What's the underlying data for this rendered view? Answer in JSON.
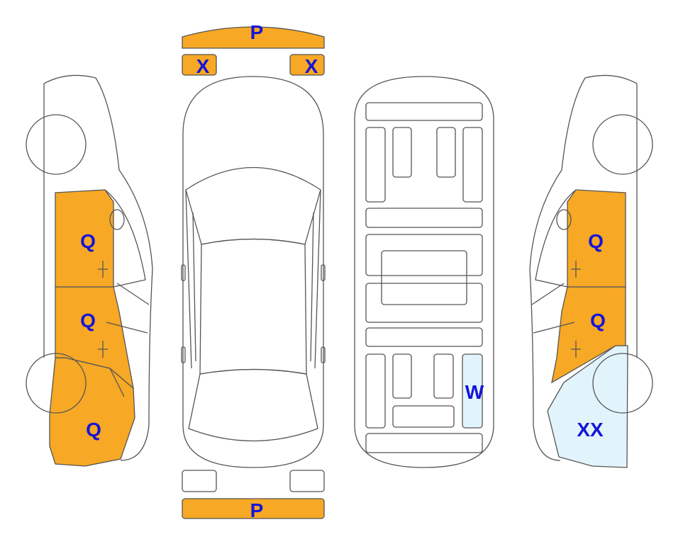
{
  "colors": {
    "damage_orange": "#f7a825",
    "repair_blue": "#e2f4fb",
    "label_blue": "#1515d6",
    "outline": "#555555"
  },
  "labels": {
    "front_bumper": "P",
    "rear_bumper": "P",
    "left_lamp": "X",
    "right_lamp": "X",
    "left_front_door": "Q",
    "left_rear_door": "Q",
    "left_rear_quarter": "Q",
    "right_front_door": "Q",
    "right_rear_door": "Q",
    "right_rear_quarter": "XX",
    "floor_panel": "W"
  }
}
